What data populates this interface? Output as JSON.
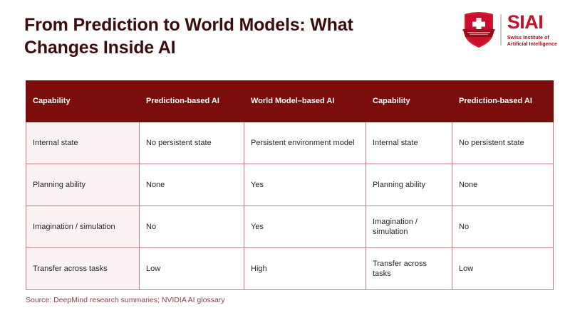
{
  "slide": {
    "title": "From Prediction to World Models: What\nChanges Inside AI",
    "source_note": "Source: DeepMind research summaries; NVIDIA AI glossary"
  },
  "logo": {
    "mark_name": "swiss-shield-cross-logo",
    "acronym": "SIAI",
    "subtitle": "Swiss Institute of\nArtificial Intelligence",
    "shield_color": "#D51F2B",
    "acronym_color": "#C8102E"
  },
  "theme": {
    "header_fill": "#7B0D0D",
    "title_color": "#3C0D0D",
    "border_color": "#C08080",
    "first_column_fill": "#FBF2F3",
    "source_color": "#8A4146"
  },
  "table": {
    "headers": [
      "Capability",
      "Prediction-based AI",
      "World Model–based AI",
      "Capability",
      "Prediction-based AI"
    ],
    "rows": [
      [
        "Internal state",
        "No persistent state",
        "Persistent environment model",
        "Internal state",
        "No persistent state"
      ],
      [
        "Planning ability",
        "None",
        "Yes",
        "Planning ability",
        "None"
      ],
      [
        "Imagination / simulation",
        "No",
        "Yes",
        "Imagination / simulation",
        "No"
      ],
      [
        "Transfer across tasks",
        "Low",
        "High",
        "Transfer across tasks",
        "Low"
      ]
    ]
  }
}
